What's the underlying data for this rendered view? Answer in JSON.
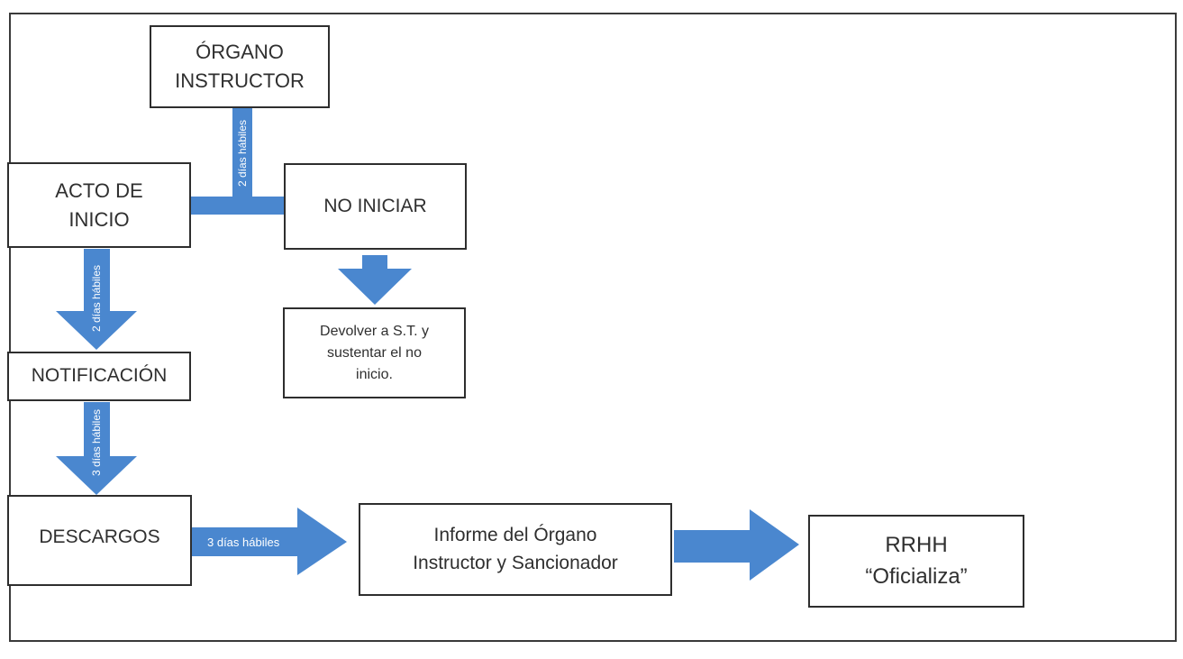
{
  "colors": {
    "arrow": "#4a87cf",
    "border": "#2e2e2e",
    "text": "#2f2f2f"
  },
  "boxes": {
    "organo_instructor": [
      "ÓRGANO",
      "INSTRUCTOR"
    ],
    "acto_de_inicio": [
      "ACTO DE",
      "INICIO"
    ],
    "no_iniciar": "NO INICIAR",
    "devolver": [
      "Devolver a S.T. y",
      "sustentar el no",
      "inicio."
    ],
    "notificacion": "NOTIFICACIÓN",
    "descargos": "DESCARGOS",
    "informe": [
      "Informe del Órgano",
      "Instructor y Sancionador"
    ],
    "rrhh": [
      "RRHH",
      "“Oficializa”"
    ]
  },
  "arrow_labels": {
    "organo_to_branch": "2 días hábiles",
    "inicio_to_notificacion": "2 días hábiles",
    "notificacion_to_descargos": "3 días hábiles",
    "descargos_to_informe": "3 días hábiles"
  }
}
